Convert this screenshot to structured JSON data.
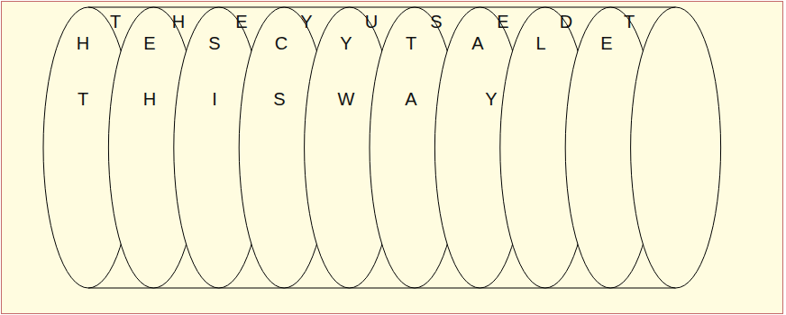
{
  "diagram": {
    "labels": [
      "T",
      "H",
      "E",
      "Y",
      "U",
      "S",
      "E",
      "D",
      "T",
      "H",
      "E",
      "S",
      "C",
      "Y",
      "T",
      "A",
      "L",
      "E",
      "T",
      "H",
      "I",
      "S",
      "W",
      "A",
      "Y"
    ]
  }
}
